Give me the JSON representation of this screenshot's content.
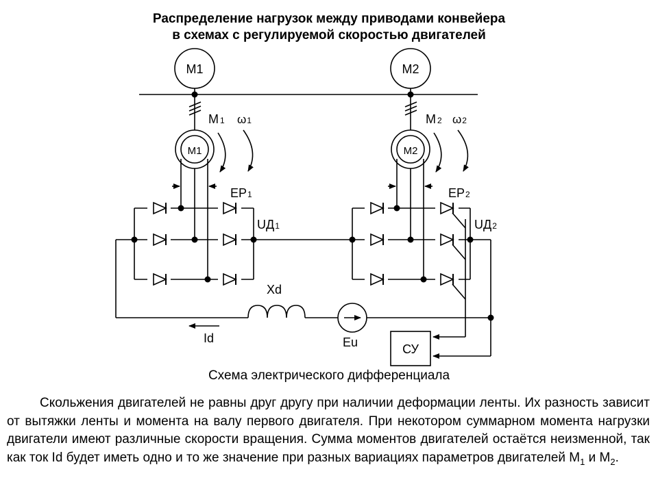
{
  "title": {
    "line1": "Распределение нагрузок между приводами конвейера",
    "line2": "в схемах с регулируемой скоростью двигателей"
  },
  "diagram": {
    "motor_top_1": "М1",
    "motor_top_2": "М2",
    "motor_inner_1": "М1",
    "motor_inner_2": "М2",
    "torque_1": "М",
    "torque_1_sub": "1",
    "omega_1": "ω",
    "omega_1_sub": "1",
    "torque_2": "М",
    "torque_2_sub": "2",
    "omega_2": "ω",
    "omega_2_sub": "2",
    "ep_1": "ЕР",
    "ep_1_sub": "1",
    "ep_2": "ЕР",
    "ep_2_sub": "2",
    "ud_1": "UД",
    "ud_1_sub": "1",
    "ud_2": "UД",
    "ud_2_sub": "2",
    "xd": "Xd",
    "id": "Id",
    "eu": "Eu",
    "su": "СУ"
  },
  "caption": "Схема электрического дифференциала",
  "body": {
    "text_main": "Скольжения двигателей не равны друг другу при наличии деформации ленты. Их разность зависит от вытяжки ленты и момента на валу первого двигателя. При некотором суммарном момента нагрузки двигатели имеют различные скорости вращения. Сумма моментов двигателей остаётся неизменной, так как ток Id будет иметь одно и то же значение при разных вариациях параметров двигателей М",
    "sub_1": "1",
    "conj": " и М",
    "sub_2": "2",
    "end": "."
  }
}
